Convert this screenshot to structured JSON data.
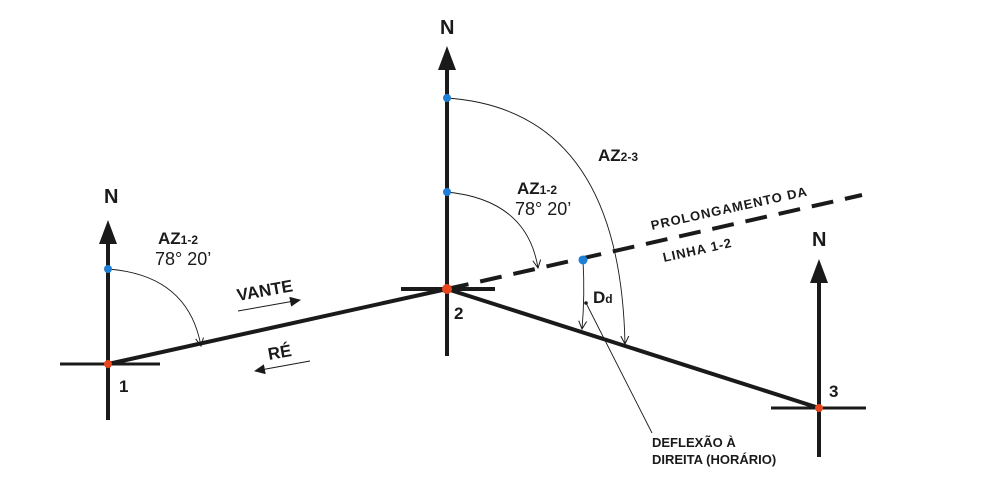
{
  "diagram": {
    "colors": {
      "line": "#1a1a1a",
      "station_point": "#e8461c",
      "arc_point": "#1e7fd6",
      "background": "#ffffff"
    },
    "north_label": "N",
    "stations": [
      {
        "id": "1",
        "label": "1"
      },
      {
        "id": "2",
        "label": "2"
      },
      {
        "id": "3",
        "label": "3"
      }
    ],
    "azimuth_1_2_at_1": {
      "prefix": "AZ",
      "subscript": "1-2",
      "value": "78° 20’"
    },
    "azimuth_1_2_at_2": {
      "prefix": "AZ",
      "subscript": "1-2",
      "value": "78° 20’"
    },
    "azimuth_2_3": {
      "prefix": "AZ",
      "subscript": "2-3"
    },
    "deflection": {
      "prefix": "D",
      "subscript": "d"
    },
    "vante_label": "VANTE",
    "re_label": "RÉ",
    "prolongation_label_line1": "PROLONGAMENTO DA",
    "prolongation_label_line2": "LINHA 1-2",
    "deflection_note_line1": "DEFLEXÃO À",
    "deflection_note_line2": "DIREITA (HORÁRIO)"
  }
}
